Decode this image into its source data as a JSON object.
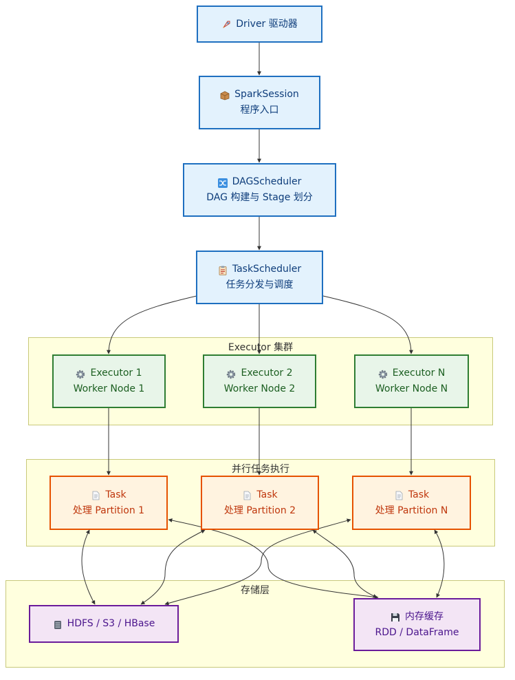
{
  "groups": {
    "executor": "Executor 集群",
    "parallel": "并行任务执行",
    "storage": "存储层"
  },
  "nodes": {
    "driver": {
      "icon": "rocket-icon",
      "line1": "Driver 驱动器"
    },
    "spark_session": {
      "icon": "package-icon",
      "line1": "SparkSession",
      "line2": "程序入口"
    },
    "dag_scheduler": {
      "icon": "shuffle-icon",
      "line1": "DAGScheduler",
      "line2": "DAG 构建与 Stage 划分"
    },
    "task_scheduler": {
      "icon": "clipboard-icon",
      "line1": "TaskScheduler",
      "line2": "任务分发与调度"
    },
    "executor_1": {
      "icon": "gear-icon",
      "line1": "Executor 1",
      "line2": "Worker Node 1"
    },
    "executor_2": {
      "icon": "gear-icon",
      "line1": "Executor 2",
      "line2": "Worker Node 2"
    },
    "executor_n": {
      "icon": "gear-icon",
      "line1": "Executor N",
      "line2": "Worker Node N"
    },
    "task_1": {
      "icon": "page-icon",
      "line1": "Task",
      "line2": "处理 Partition 1"
    },
    "task_2": {
      "icon": "page-icon",
      "line1": "Task",
      "line2": "处理 Partition 2"
    },
    "task_n": {
      "icon": "page-icon",
      "line1": "Task",
      "line2": "处理 Partition N"
    },
    "hdfs": {
      "icon": "database-icon",
      "line1": "HDFS / S3 / HBase"
    },
    "memory_cache": {
      "icon": "floppy-disk-icon",
      "line1": "内存缓存",
      "line2": "RDD / DataFrame"
    }
  },
  "colors": {
    "control": "#1e6fc0",
    "executor": "#2e7d32",
    "task": "#e65100",
    "storage": "#6a1b9a",
    "group_fill": "#ffffde"
  }
}
